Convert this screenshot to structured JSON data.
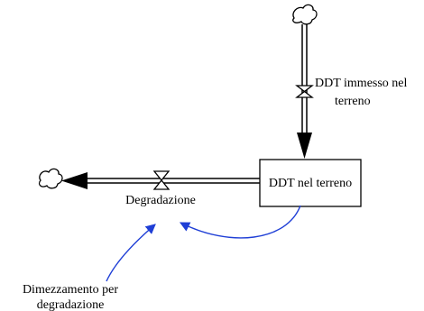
{
  "diagram": {
    "stock": {
      "label": "DDT nel terreno"
    },
    "inflow": {
      "label_line1": "DDT immesso nel",
      "label_line2": "terreno"
    },
    "outflow": {
      "label": "Degradazione"
    },
    "auxiliary": {
      "label_line1": "Dimezzamento per",
      "label_line2": "degradazione"
    },
    "colors": {
      "link": "#1f3fd6",
      "line": "#000000",
      "background": "#ffffff"
    },
    "icons": {
      "source": "cloud-icon",
      "sink": "cloud-icon",
      "valve": "valve-icon"
    }
  }
}
